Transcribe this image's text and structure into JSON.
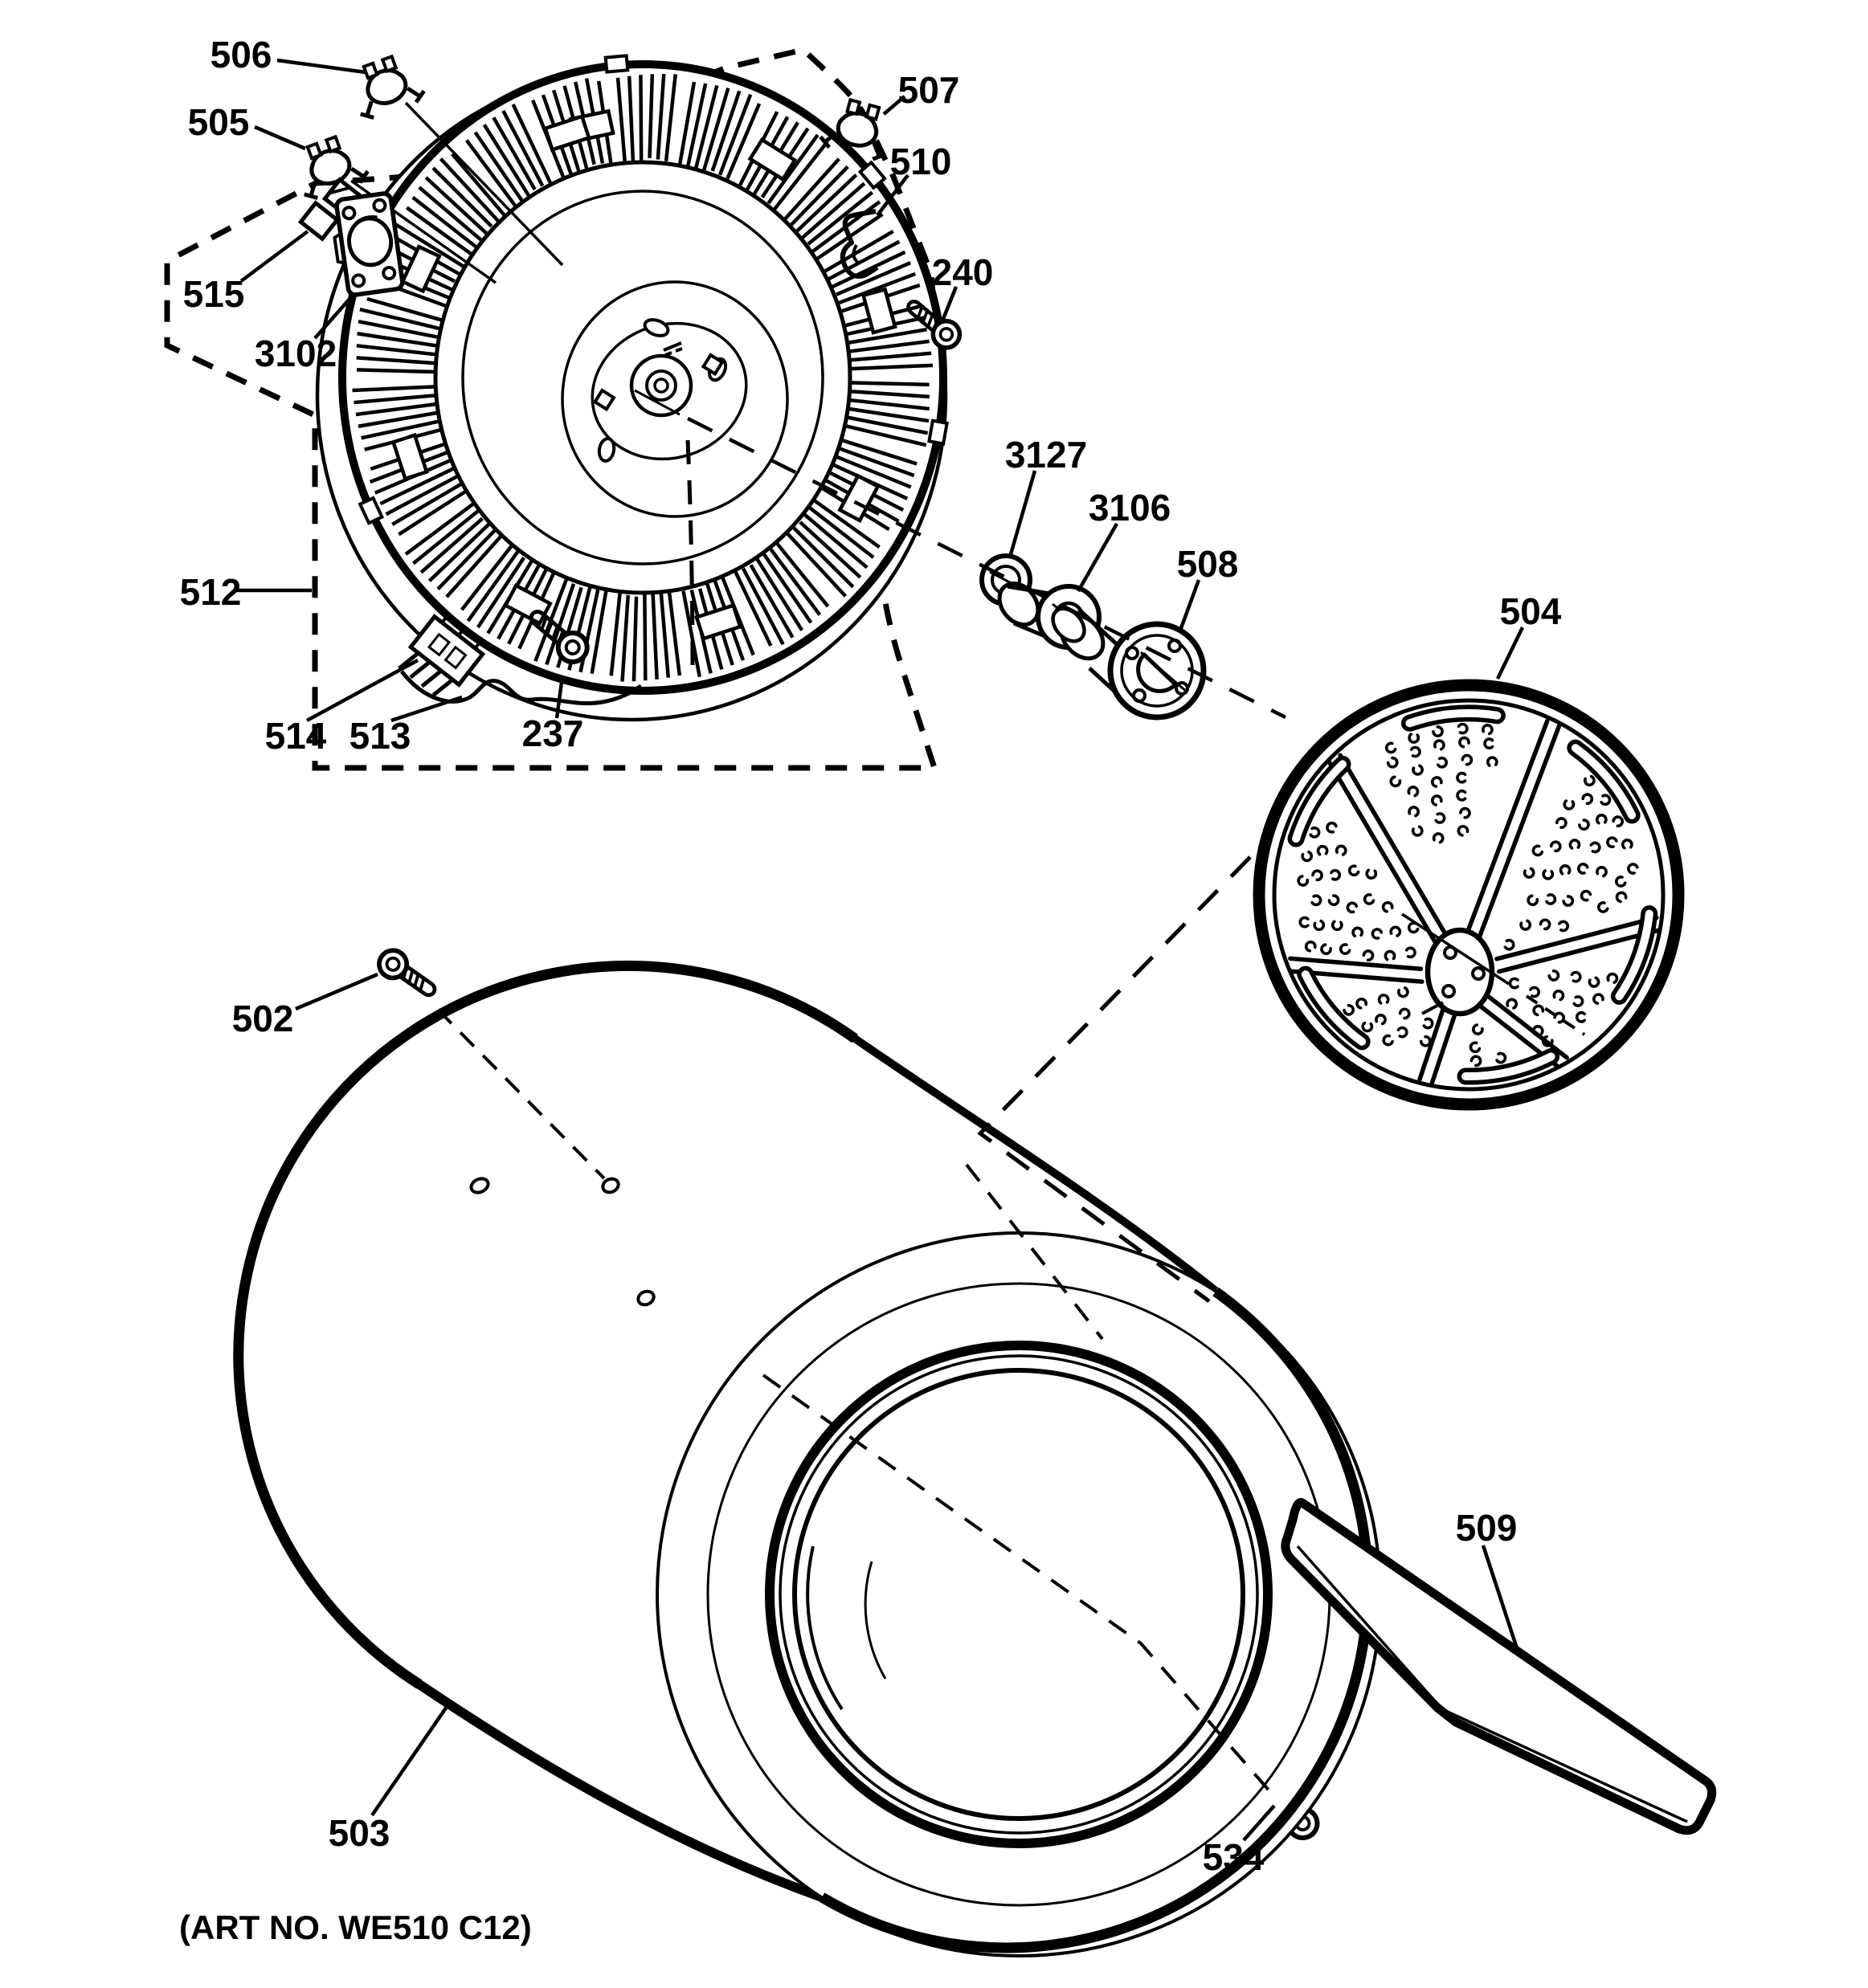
{
  "document": {
    "type": "exploded-parts-diagram",
    "art_no": "(ART NO. WE510 C12)",
    "colors": {
      "line": "#000000",
      "background": "#ffffff"
    },
    "parts": [
      {
        "label": "506"
      },
      {
        "label": "505"
      },
      {
        "label": "515"
      },
      {
        "label": "3102"
      },
      {
        "label": "512"
      },
      {
        "label": "514"
      },
      {
        "label": "513"
      },
      {
        "label": "237"
      },
      {
        "label": "507"
      },
      {
        "label": "510"
      },
      {
        "label": "240"
      },
      {
        "label": "3127"
      },
      {
        "label": "3106"
      },
      {
        "label": "508"
      },
      {
        "label": "504"
      },
      {
        "label": "502"
      },
      {
        "label": "503"
      },
      {
        "label": "509"
      },
      {
        "label": "534"
      }
    ]
  }
}
